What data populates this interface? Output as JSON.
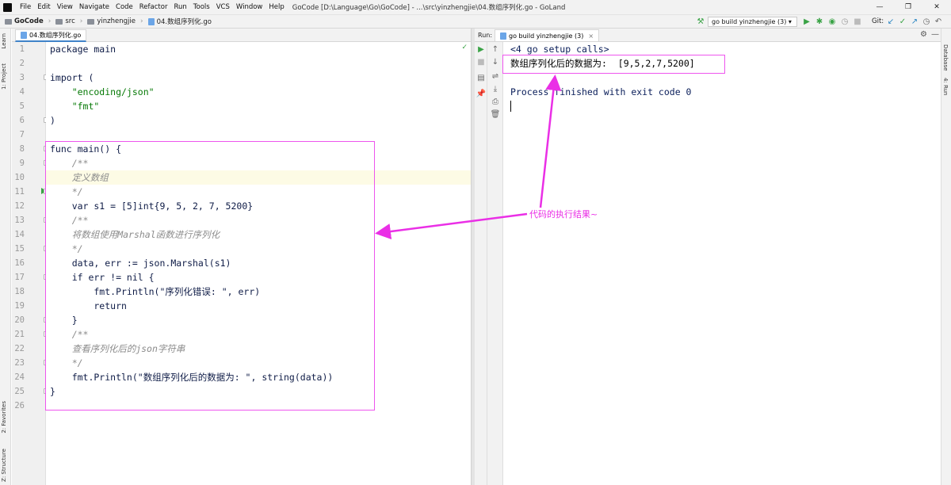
{
  "menubar": {
    "items": [
      "File",
      "Edit",
      "View",
      "Navigate",
      "Code",
      "Refactor",
      "Run",
      "Tools",
      "VCS",
      "Window",
      "Help"
    ],
    "title": "GoCode [D:\\Language\\Go\\GoCode] - ...\\src\\yinzhengjie\\04.数组序列化.go - GoLand",
    "minimize": "—",
    "maximize": "❐",
    "close": "✕"
  },
  "navbar": {
    "crumbs": [
      "GoCode",
      "src",
      "yinzhengjie",
      "04.数组序列化.go"
    ],
    "run_config": "go build yinzhengjie (3) ▾",
    "git_label": "Git:"
  },
  "left_strip": {
    "learn": "Learn",
    "project": "1: Project",
    "favorites": "2: Favorites",
    "structure": "Z: Structure"
  },
  "right_strip": {
    "database": "Database",
    "run": "4: Run"
  },
  "editor": {
    "tab_label": "04.数组序列化.go",
    "line_numbers": [
      "1",
      "2",
      "3",
      "4",
      "5",
      "6",
      "7",
      "8",
      "9",
      "10",
      "11",
      "12",
      "13",
      "14",
      "15",
      "16",
      "17",
      "18",
      "19",
      "20",
      "21",
      "22",
      "23",
      "24",
      "25",
      "26"
    ],
    "lines": [
      "package main",
      "",
      "import (",
      "    \"encoding/json\"",
      "    \"fmt\"",
      ")",
      "",
      "func main() {",
      "    /**",
      "    定义数组",
      "    */",
      "    var s1 = [5]int{9, 5, 2, 7, 5200}",
      "    /**",
      "    将数组使用Marshal函数进行序列化",
      "    */",
      "    data, err := json.Marshal(s1)",
      "    if err != nil {",
      "        fmt.Println(\"序列化错误: \", err)",
      "        return",
      "    }",
      "    /**",
      "    查看序列化后的json字符串",
      "    */",
      "    fmt.Println(\"数组序列化后的数据为: \", string(data))",
      "}",
      ""
    ]
  },
  "run_panel": {
    "label": "Run:",
    "tab_label": "go build yinzhengjie (3)",
    "tab_close": "×",
    "console_lines": [
      "<4 go setup calls>",
      "数组序列化后的数据为:  [9,5,2,7,5200]",
      "",
      "Process finished with exit code 0"
    ]
  },
  "annotation": {
    "text": "代码的执行结果~",
    "color": "#ea2fe6"
  }
}
